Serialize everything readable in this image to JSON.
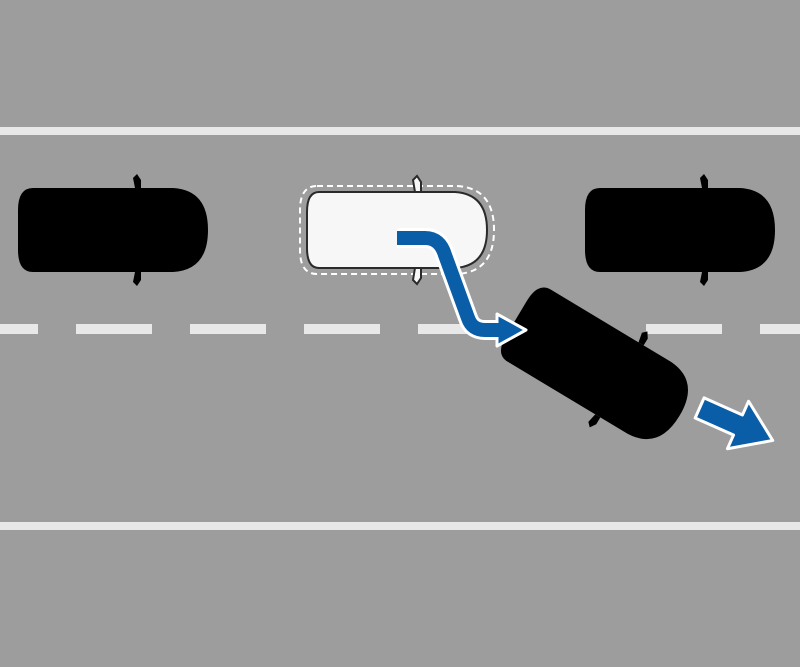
{
  "colors": {
    "road": "#9d9d9d",
    "lane_line": "#e8e8e8",
    "parked_car": "#6e6e6e",
    "parked_window": "#a8a8a8",
    "ego_car": "#f7f7f7",
    "ego_window": "#b4b4b4",
    "outline": "#2a2a2a",
    "arrow": "#0a5ea8"
  },
  "scene": {
    "description_icons": [
      "parked-car",
      "vacated-spot",
      "exiting-car",
      "path-arrow",
      "direction-arrow"
    ]
  }
}
